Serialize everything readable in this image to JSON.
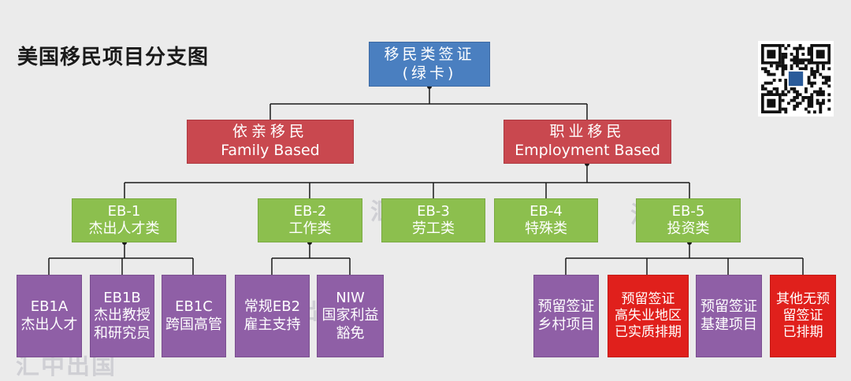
{
  "title": "美国移民项目分支图",
  "root": {
    "line1": "移民类签证",
    "line2": "(绿卡)"
  },
  "categories": {
    "family": {
      "line1": "依亲移民",
      "line2": "Family Based"
    },
    "employment": {
      "line1": "职业移民",
      "line2": "Employment Based"
    }
  },
  "eb": {
    "eb1": {
      "line1": "EB-1",
      "line2": "杰出人才类"
    },
    "eb2": {
      "line1": "EB-2",
      "line2": "工作类"
    },
    "eb3": {
      "line1": "EB-3",
      "line2": "劳工类"
    },
    "eb4": {
      "line1": "EB-4",
      "line2": "特殊类"
    },
    "eb5": {
      "line1": "EB-5",
      "line2": "投资类"
    }
  },
  "sub": {
    "eb1a": {
      "line1": "EB1A",
      "line2": "杰出人才"
    },
    "eb1b": {
      "line1": "EB1B",
      "line2": "杰出教授",
      "line3": "和研究员"
    },
    "eb1c": {
      "line1": "EB1C",
      "line2": "跨国高管"
    },
    "eb2_perm": {
      "line1": "常规EB2",
      "line2": "雇主支持"
    },
    "niw": {
      "line1": "NIW",
      "line2": "国家利益",
      "line3": "豁免"
    },
    "rural": {
      "line1": "预留签证",
      "line2": "乡村项目"
    },
    "tea": {
      "line1": "预留签证",
      "line2": "高失业地区",
      "line3": "已实质排期"
    },
    "infra": {
      "line1": "预留签证",
      "line2": "基建项目"
    },
    "other": {
      "line1": "其他无预",
      "line2": "留签证",
      "line3": "已排期"
    }
  },
  "watermark_text": "汇中出国",
  "colors": {
    "root": "#4a7fc0",
    "category": "#c9484f",
    "eb": "#8cbf4e",
    "purple": "#8f5fa6",
    "red": "#e0201c",
    "connector": "#1a1a1a"
  },
  "icons": {
    "qr": "qr-code-icon"
  }
}
